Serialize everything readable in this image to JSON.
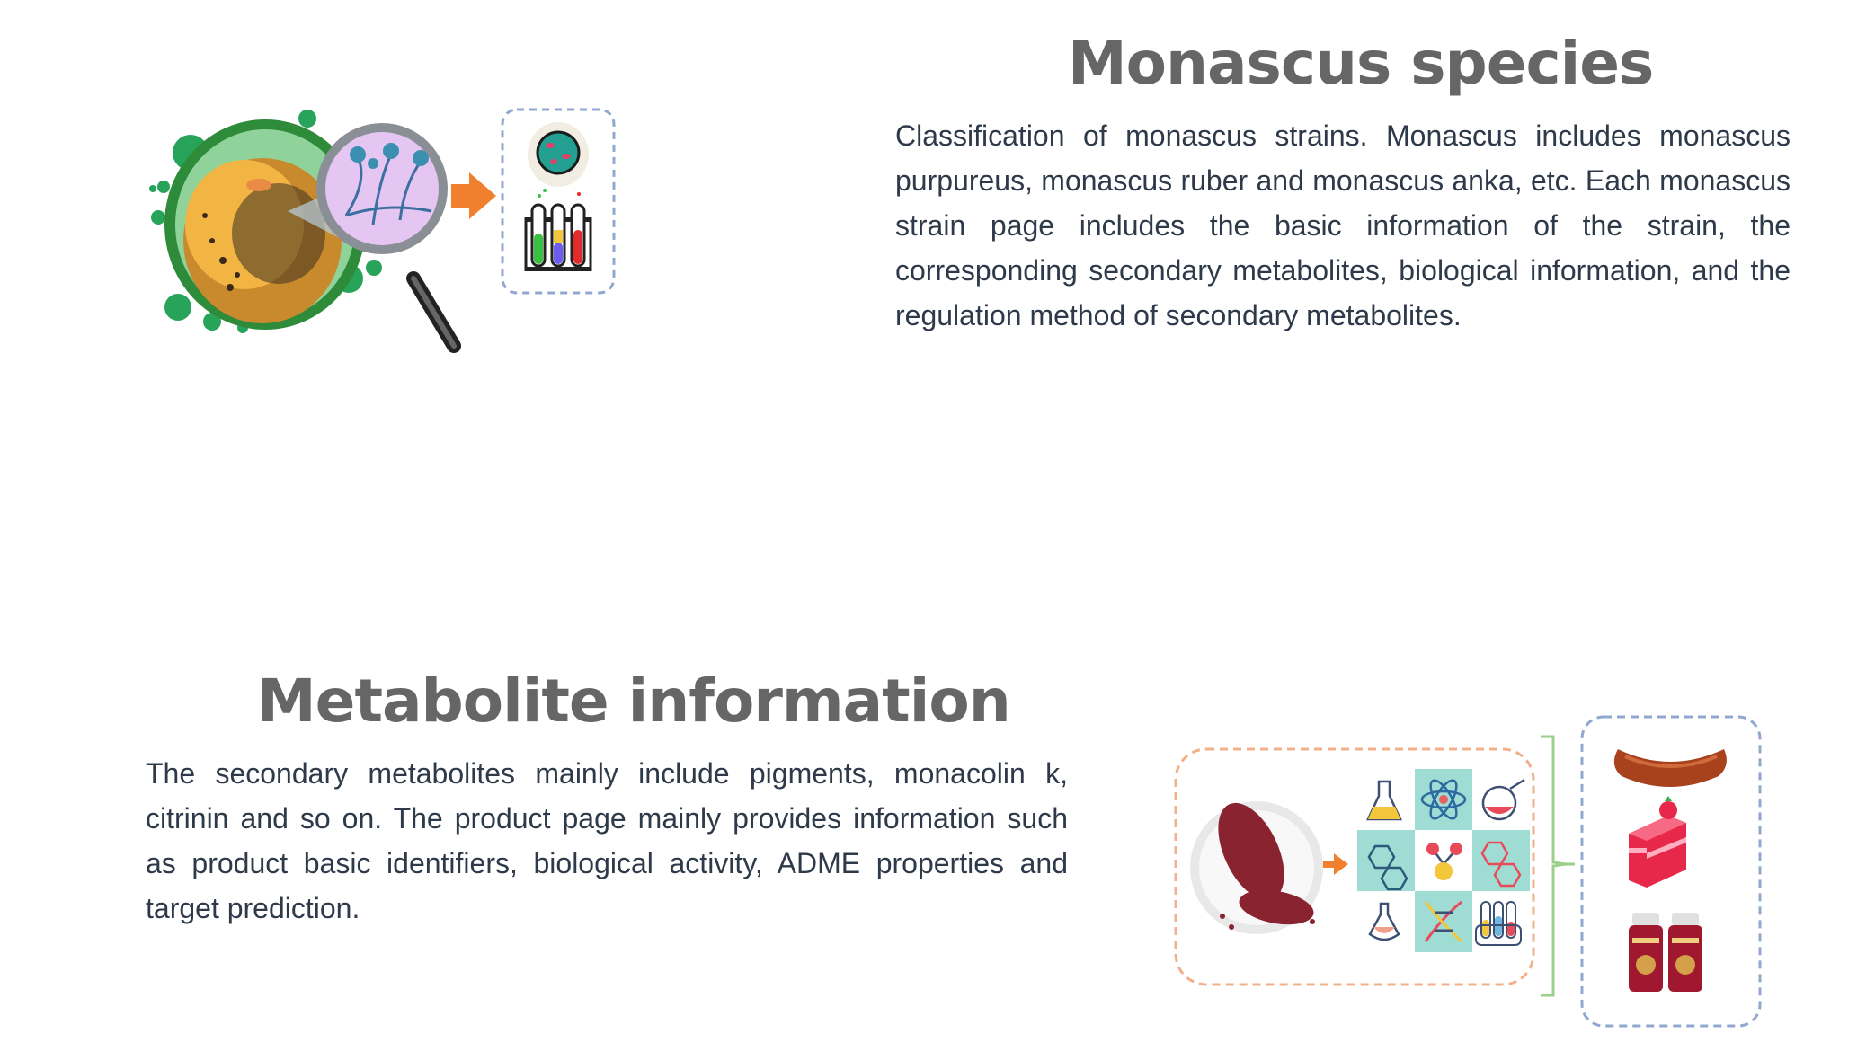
{
  "sections": [
    {
      "title": "Monascus species",
      "description": "Classification of monascus strains. Monascus includes monascus purpureus, monascus ruber and monascus anka, etc. Each monascus strain page includes the basic information of the strain, the corresponding secondary metabolites, biological information, and the regulation method of secondary metabolites."
    },
    {
      "title": "Metabolite information",
      "description": "The secondary metabolites mainly include pigments, monacolin k, citrinin and so on. The product page mainly provides information such as product basic identifiers, biological activity, ADME properties and target prediction."
    }
  ],
  "colors": {
    "title": "#666666",
    "text": "#2e3a4a",
    "arrow": "#f07f2e",
    "dashed_blue": "#90a8d0",
    "dashed_orange": "#f0b08a",
    "bracket_green": "#9ccf8a",
    "tile_teal": "#9fdcd4"
  }
}
